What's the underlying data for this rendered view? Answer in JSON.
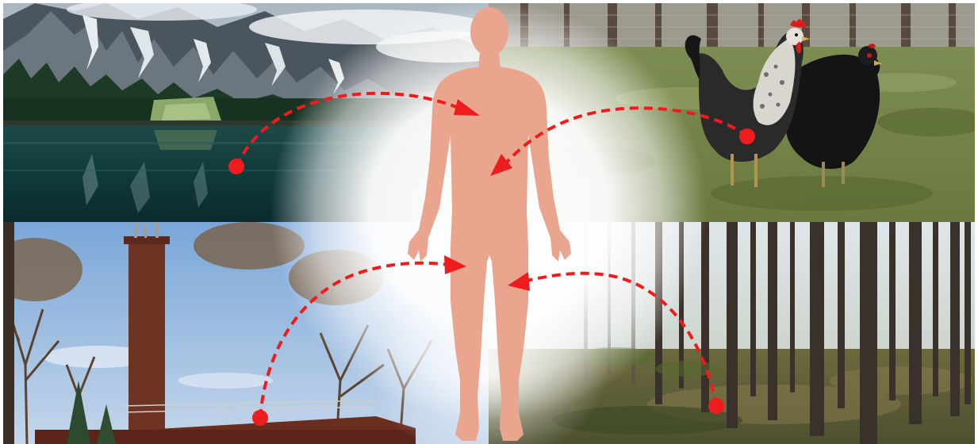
{
  "figure": {
    "panels": [
      {
        "id": "lake",
        "depicts": "alpine-lake"
      },
      {
        "id": "poultry",
        "depicts": "chickens"
      },
      {
        "id": "building",
        "depicts": "brick-tower-building"
      },
      {
        "id": "forest",
        "depicts": "pine-forest"
      }
    ],
    "center": {
      "depicts": "human-body-silhouette"
    },
    "colors": {
      "arrow": "#ee1c1c",
      "body": "#eaa58e",
      "glow": "#ffffff"
    }
  }
}
